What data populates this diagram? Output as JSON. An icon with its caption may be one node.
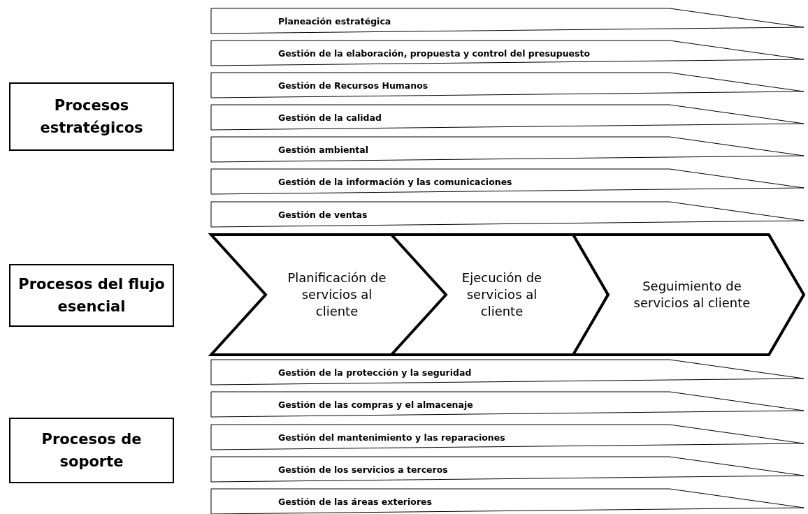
{
  "diagram": {
    "nodes": [
      {
        "text": [
          "Procesos estratégicos"
        ]
      },
      {
        "text": [
          "Planeación estratégica"
        ]
      },
      {
        "text": [
          "Gestión de la elaboración, propuesta y control del presupuesto"
        ]
      },
      {
        "text": [
          "Gestión de Recursos Humanos"
        ]
      },
      {
        "text": [
          "Gestión de la calidad"
        ]
      },
      {
        "text": [
          "Gestión ambiental"
        ]
      },
      {
        "text": [
          "Gestión de la información y las comunicaciones"
        ]
      },
      {
        "text": [
          "Gestión de ventas"
        ]
      },
      {
        "text": [
          "Procesos del flujo esencial"
        ]
      },
      {
        "text": [
          "Planificación de servicios al cliente"
        ]
      },
      {
        "text": [
          "Ejecución de servicios al cliente"
        ]
      },
      {
        "text": [
          "Seguimiento de servicios al cliente"
        ]
      },
      {
        "text": [
          "Procesos de soporte"
        ]
      },
      {
        "text": [
          "Gestión de la protección y la seguridad"
        ]
      },
      {
        "text": [
          "Gestión de las compras y el almacenaje"
        ]
      },
      {
        "text": [
          "Gestión del mantenimiento y las reparaciones"
        ]
      },
      {
        "text": [
          "Gestión de los servicios a terceros"
        ]
      },
      {
        "text": [
          "Gestión de las áreas exteriores"
        ]
      }
    ],
    "edges": []
  }
}
